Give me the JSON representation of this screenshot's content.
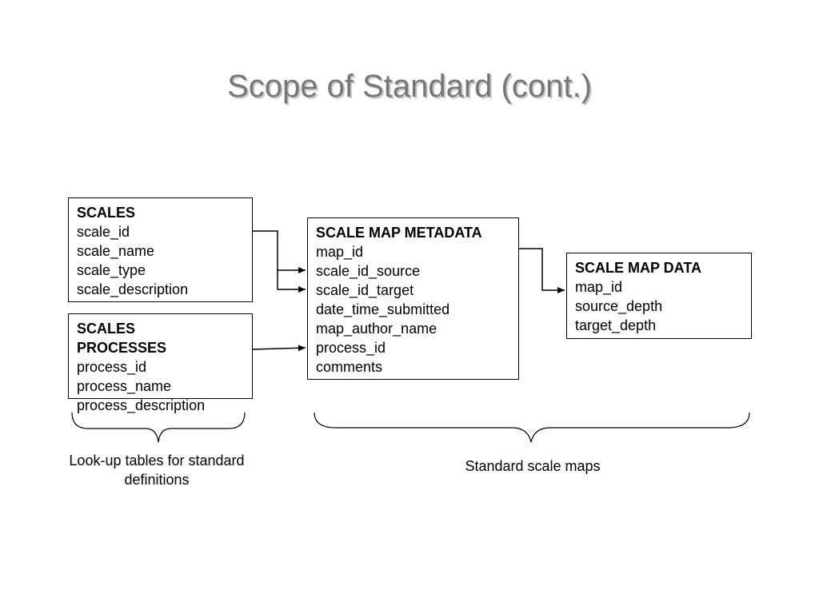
{
  "title": "Scope of Standard (cont.)",
  "tables": {
    "scales": {
      "name": "SCALES",
      "fields": [
        "scale_id",
        "scale_name",
        "scale_type",
        "scale_description"
      ]
    },
    "processes": {
      "name": "SCALES PROCESSES",
      "fields": [
        "process_id",
        "process_name",
        "process_description"
      ]
    },
    "metadata": {
      "name": "SCALE MAP METADATA",
      "fields": [
        "map_id",
        "scale_id_source",
        "scale_id_target",
        "date_time_submitted",
        "map_author_name",
        "process_id",
        "comments"
      ]
    },
    "mapdata": {
      "name": "SCALE MAP DATA",
      "fields": [
        "map_id",
        "source_depth",
        "target_depth"
      ]
    }
  },
  "captions": {
    "lookup": "Look-up tables for standard definitions",
    "standard": "Standard scale maps"
  }
}
